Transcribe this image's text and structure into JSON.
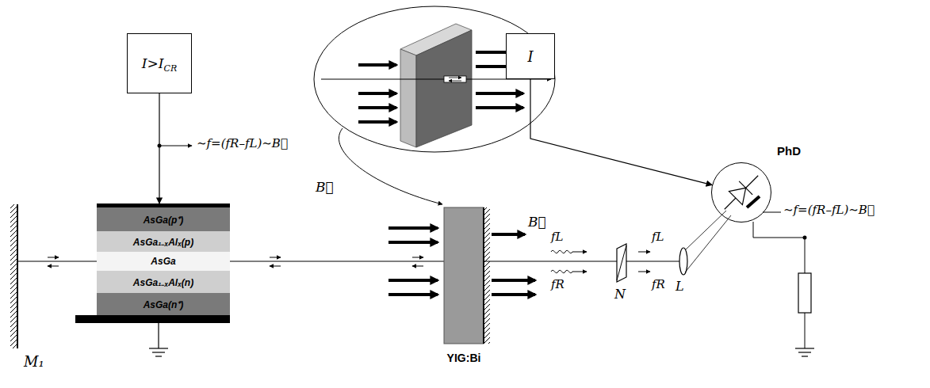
{
  "diagram": {
    "nodes": [
      {
        "text": [
          "I>I",
          "CR"
        ]
      },
      {
        "text": [
          "I"
        ]
      },
      {
        "text": [
          "AsGa(p⁺)"
        ]
      },
      {
        "text": [
          "AsGa₁₋ₓAlₓ(p)"
        ]
      },
      {
        "text": [
          "AsGa"
        ]
      },
      {
        "text": [
          "AsGa₁₋ₓAlₓ(n)"
        ]
      },
      {
        "text": [
          "AsGa(n⁺)"
        ]
      },
      {
        "text": [
          "YIG:Bi"
        ]
      },
      {
        "text": [
          "PhD"
        ]
      }
    ],
    "edges": [
      {
        "from": 0,
        "to": 2,
        "arrow": "to"
      },
      {
        "from": 1,
        "to": 8,
        "arrow": "to"
      }
    ],
    "labels": [
      "∼f=(fR–fL)∼B⃗",
      "M₁",
      "B⃗",
      "B⃗",
      "fL",
      "fR",
      "N",
      "fL",
      "fR",
      "L",
      "∼f=(fR–fL)∼B⃗"
    ]
  }
}
